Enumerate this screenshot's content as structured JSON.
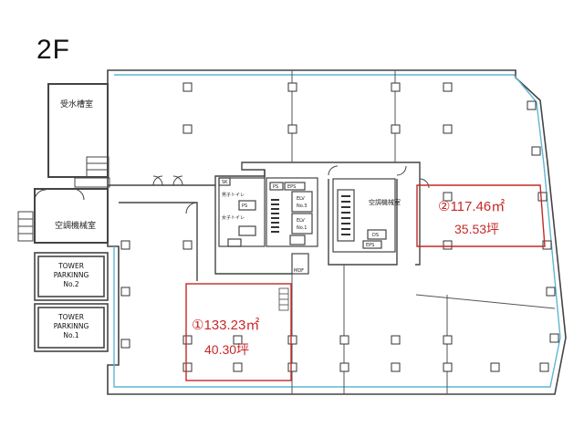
{
  "floor": {
    "label": "2F"
  },
  "rooms": {
    "water_tank_room": "受水槽室",
    "ac_machine_room_left": "空調機械室",
    "ac_machine_room_core": "空調機械室",
    "parking_2": {
      "line1": "TOWER",
      "line2": "PARKINNG",
      "line3": "No.2"
    },
    "parking_1": {
      "line1": "TOWER",
      "line2": "PARKINNG",
      "line3": "No.1"
    }
  },
  "core_labels": {
    "sk": "SK",
    "ps1": "PS",
    "ps2": "PS",
    "eps1": "EPS",
    "eps2": "EPS",
    "mens_toilet": "男子トイレ",
    "womens_toilet": "女子トイレ",
    "elv3_a": "ELV",
    "elv3_b": "No.3",
    "elv1_a": "ELV",
    "elv1_b": "No.1",
    "ds": "DS",
    "mdf": "MDF"
  },
  "units": [
    {
      "id": "unit-1",
      "number": "①",
      "area_sqm": "133.23㎡",
      "area_tsubo": "40.30坪"
    },
    {
      "id": "unit-2",
      "number": "②",
      "area_sqm": "117.46㎡",
      "area_tsubo": "35.53坪"
    }
  ],
  "colors": {
    "wall": "#444444",
    "outline_blue": "#5fb6d6",
    "unit_outline": "#c62828",
    "unit_text": "#c62828"
  }
}
